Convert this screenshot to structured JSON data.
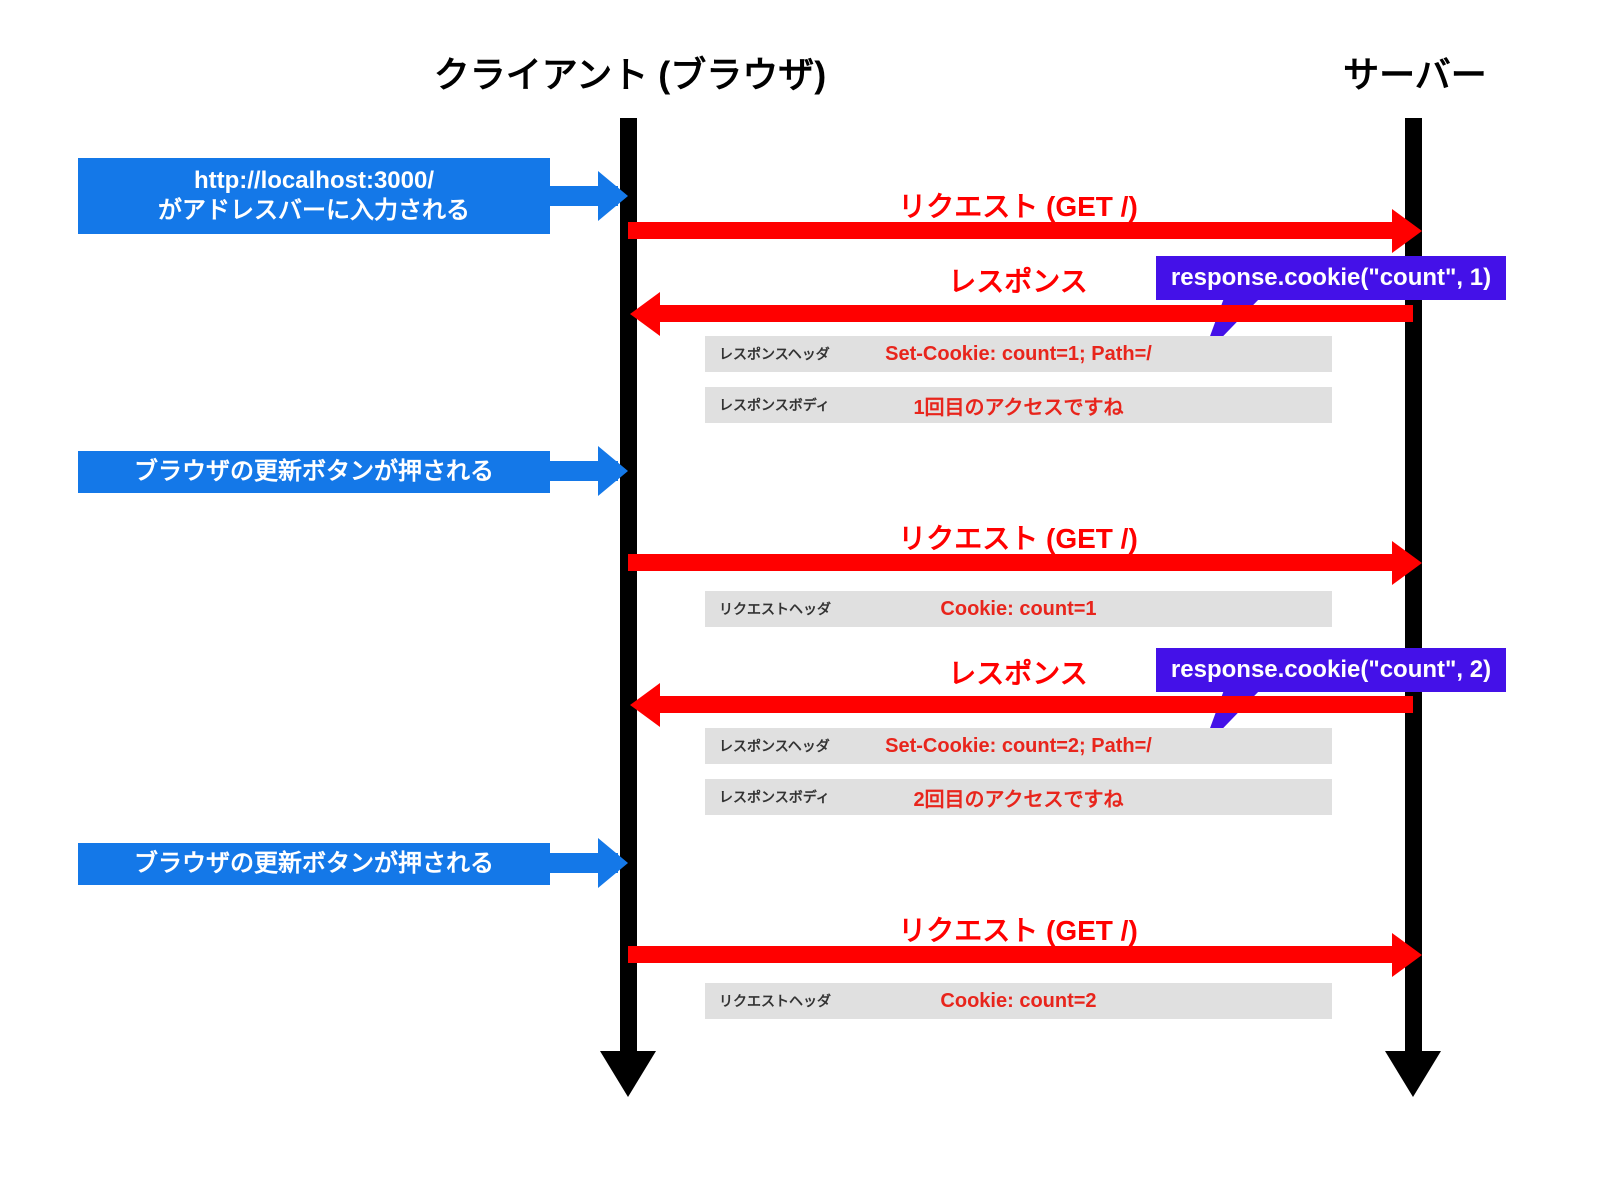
{
  "diagram": {
    "title_client": "クライアント (ブラウザ)",
    "title_server": "サーバー",
    "colors": {
      "lifeline": "#000000",
      "message": "#ff0000",
      "note": "#1478e8",
      "callout": "#4411e8",
      "detail_row": "#e0e0e0",
      "detail_value": "#e8251c",
      "background": "#ffffff"
    }
  },
  "notes": [
    {
      "line1": "http://localhost:3000/",
      "line2": "がアドレスバーに入力される"
    },
    {
      "line1": "ブラウザの更新ボタンが押される",
      "line2": ""
    },
    {
      "line1": "ブラウザの更新ボタンが押される",
      "line2": ""
    }
  ],
  "messages": [
    {
      "label": "リクエスト (GET /)",
      "direction": "to-server"
    },
    {
      "label": "レスポンス",
      "direction": "to-client"
    },
    {
      "label": "リクエスト (GET /)",
      "direction": "to-server"
    },
    {
      "label": "レスポンス",
      "direction": "to-client"
    },
    {
      "label": "リクエスト (GET /)",
      "direction": "to-server"
    }
  ],
  "details": [
    {
      "key": "レスポンスヘッダ",
      "value": "Set-Cookie: count=1; Path=/"
    },
    {
      "key": "レスポンスボディ",
      "value": "1回目のアクセスですね"
    },
    {
      "key": "リクエストヘッダ",
      "value": "Cookie: count=1"
    },
    {
      "key": "レスポンスヘッダ",
      "value": "Set-Cookie: count=2; Path=/"
    },
    {
      "key": "レスポンスボディ",
      "value": "2回目のアクセスですね"
    },
    {
      "key": "リクエストヘッダ",
      "value": "Cookie: count=2"
    }
  ],
  "callouts": [
    {
      "code": "response.cookie(\"count\", 1)"
    },
    {
      "code": "response.cookie(\"count\", 2)"
    }
  ]
}
